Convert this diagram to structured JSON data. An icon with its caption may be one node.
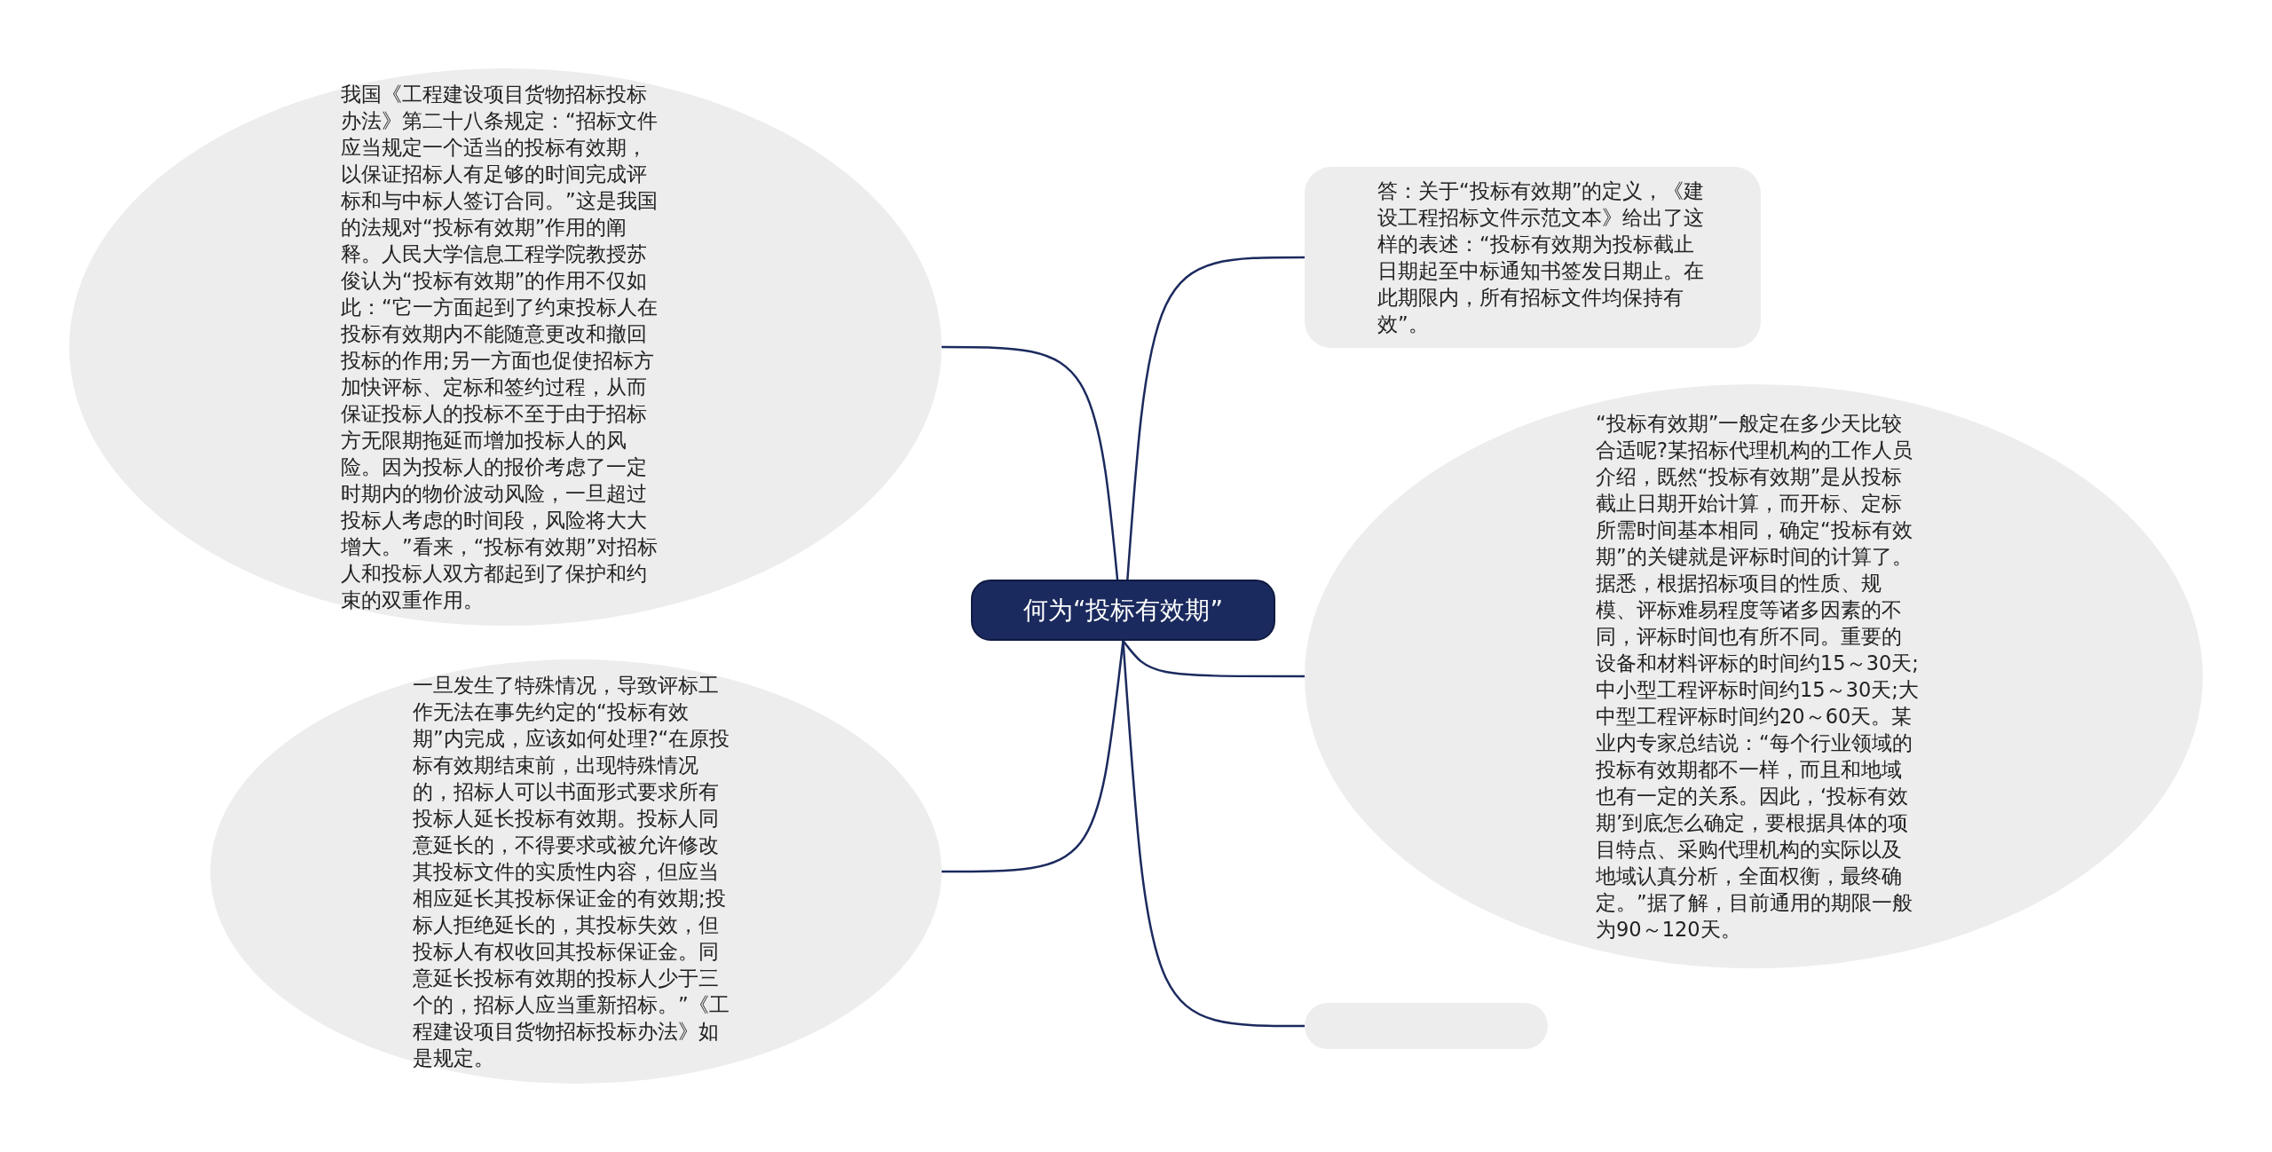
{
  "diagram": {
    "nodes": [
      {
        "text": [
          "何为“投标有效期”"
        ]
      },
      {
        "text": [
          "我国《工程建设项目货物招标投标办法》第二十八条规定：“招标文件应当规定一个适当的投标有效期，以保证招标人有足够的时间完成评标和与中标人签订合同。”这是我国的法规对“投标有效期”作用的阐释。人民大学信息工程学院教授苏俊认为“投标有效期”的作用不仅如此：“它一方面起到了约束投标人在投标有效期内不能随意更改和撤回投标的作用;另一方面也促使招标方加快评标、定标和签约过程，从而保证投标人的投标不至于由于招标方无限期拖延而增加投标人的风险。因为投标人的报价考虑了一定时期内的物价波动风险，一旦超过投标人考虑的时间段，风险将大大增大。”看来，“投标有效期”对招标人和投标人双方都起到了保护和约束的双重作用。"
        ]
      },
      {
        "text": [
          "一旦发生了特殊情况，导致评标工作无法在事先约定的“投标有效期”内完成，应该如何处理?“在原投标有效期结束前，出现特殊情况的，招标人可以书面形式要求所有投标人延长投标有效期。投标人同意延长的，不得要求或被允许修改其投标文件的实质性内容，但应当相应延长其投标保证金的有效期;投标人拒绝延长的，其投标失效，但投标人有权收回其投标保证金。同意延长投标有效期的投标人少于三个的，招标人应当重新招标。”《工程建设项目货物招标投标办法》如是规定。"
        ]
      },
      {
        "text": [
          "答：关于“投标有效期”的定义，《建设工程招标文件示范文本》给出了这样的表述：“投标有效期为投标截止日期起至中标通知书签发日期止。在此期限内，所有招标文件均保持有效”。"
        ]
      },
      {
        "text": [
          "“投标有效期”一般定在多少天比较合适呢?某招标代理机构的工作人员介绍，既然“投标有效期”是从投标截止日期开始计算，而开标、定标所需时间基本相同，确定“投标有效期”的关键就是评标时间的计算了。据悉，根据招标项目的性质、规模、评标难易程度等诸多因素的不同，评标时间也有所不同。重要的设备和材料评标的时间约15～30天;中小型工程评标时间约15～30天;大中型工程评标时间约20～60天。某业内专家总结说：“每个行业领域的投标有效期都不一样，而且和地域也有一定的关系。因此，‘投标有效期’到底怎么确定，要根据具体的项目特点、采购代理机构的实际以及地域认真分析，全面权衡，最终确定。”据了解，目前通用的期限一般为90～120天。"
        ]
      },
      {
        "text": [],
        "shape": "box"
      }
    ],
    "edges": [
      {
        "from": 0,
        "to": 1,
        "arrow": "none"
      },
      {
        "from": 0,
        "to": 2,
        "arrow": "none"
      },
      {
        "from": 0,
        "to": 3,
        "arrow": "none"
      },
      {
        "from": 0,
        "to": 4,
        "arrow": "none"
      },
      {
        "from": 0,
        "to": 5,
        "arrow": "none"
      }
    ]
  }
}
